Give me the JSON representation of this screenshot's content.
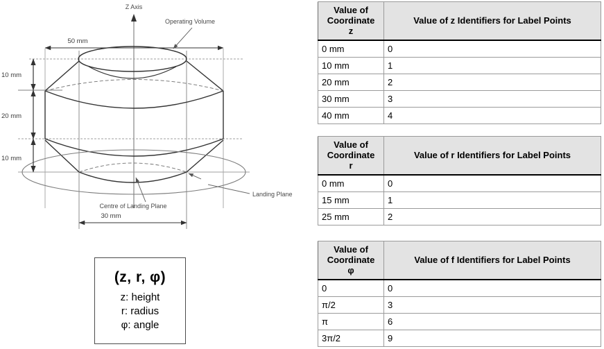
{
  "figure": {
    "axis_label": "Z Axis",
    "annotations": {
      "operating_volume": "Operating Volume",
      "landing_plane": "Landing Plane",
      "centre_of_landing_plane": "Centre of Landing Plane"
    },
    "dimensions": {
      "top_height": "10 mm",
      "middle_height": "20 mm",
      "bottom_height": "10 mm",
      "outer_width": "50 mm",
      "inner_width": "30 mm"
    }
  },
  "legend": {
    "title": "(z, r, φ)",
    "lines": [
      "z: height",
      "r: radius",
      "φ: angle"
    ]
  },
  "tables": [
    {
      "id": "table-z",
      "headers": [
        "Value of Coordinate z",
        "Value of z Identifiers for Label Points"
      ],
      "header_col1_lines": [
        "Value of",
        "Coordinate",
        "z"
      ],
      "rows": [
        [
          "0 mm",
          "0"
        ],
        [
          "10 mm",
          "1"
        ],
        [
          "20 mm",
          "2"
        ],
        [
          "30 mm",
          "3"
        ],
        [
          "40 mm",
          "4"
        ]
      ]
    },
    {
      "id": "table-r",
      "headers": [
        "Value of Coordinate r",
        "Value of r Identifiers for Label Points"
      ],
      "header_col1_lines": [
        "Value of",
        "Coordinate",
        "r"
      ],
      "rows": [
        [
          "0 mm",
          "0"
        ],
        [
          "15 mm",
          "1"
        ],
        [
          "25 mm",
          "2"
        ]
      ]
    },
    {
      "id": "table-f",
      "headers": [
        "Value of Coordinate φ",
        "Value of f Identifiers for Label Points"
      ],
      "header_col1_lines": [
        "Value of",
        "Coordinate",
        "φ"
      ],
      "rows": [
        [
          "0",
          "0"
        ],
        [
          "π/2",
          "3"
        ],
        [
          "π",
          "6"
        ],
        [
          "3π/2",
          "9"
        ]
      ]
    }
  ],
  "colors": {
    "header_bg": "#e3e3e3",
    "border": "#9a9a9a",
    "header_rule": "#000000",
    "diagram_dark": "#333333",
    "diagram_light": "#8c8c8c",
    "text": "#000000"
  }
}
